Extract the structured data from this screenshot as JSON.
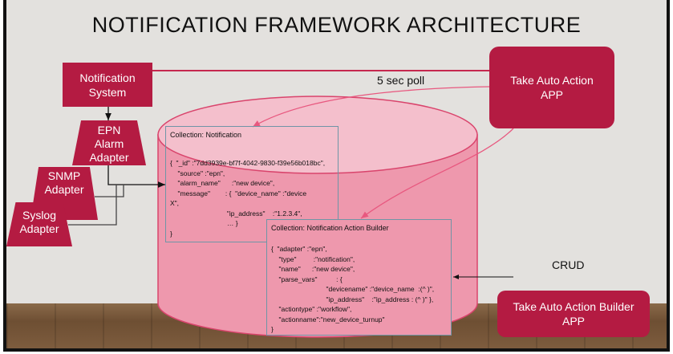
{
  "title": "NOTIFICATION FRAMEWORK ARCHITECTURE",
  "notification_system": "Notification System",
  "take_auto_action": "Take Auto Action APP",
  "poll_label": "5 sec poll",
  "epn_adapter": "EPN Alarm Adapter",
  "snmp_adapter": "SNMP Adapter",
  "syslog_adapter": "Syslog Adapter",
  "crud_label": "CRUD",
  "builder_app": "Take Auto Action Builder APP",
  "collection_notification": {
    "title": "Collection: Notification",
    "body": "{  \"_id\" :\"7dd3939e-bf7f-4042-9830-f39e56b018bc\",\n    \"source\" :\"epn\",\n    \"alarm_name\"      :\"new device\",\n    \"message\"        : {  \"device_name\" :\"device\nX\",\n                              \"ip_address\"    :\"1.2.3.4\",\n                              … }\n}"
  },
  "collection_builder": {
    "title": "Collection: Notification Action Builder",
    "body": "{  \"adapter\" :\"epn\",\n    \"type\"         :\"notification\",\n    \"name\"      :\"new device\",\n    \"parse_vars\"          : {\n                             \"devicename\" :\"device_name  :(^ )\",\n                             \"ip_address\"    :\"ip_address : (^ )\" },\n    \"actiontype\" :\"workflow\",\n    \"actionname\":\"new_device_turnup\"\n}"
  },
  "colors": {
    "crimson": "#b41b42",
    "cylinder": "#ee98ad",
    "cylinder_top": "#f4bfcc",
    "wall": "#e3e1de"
  }
}
